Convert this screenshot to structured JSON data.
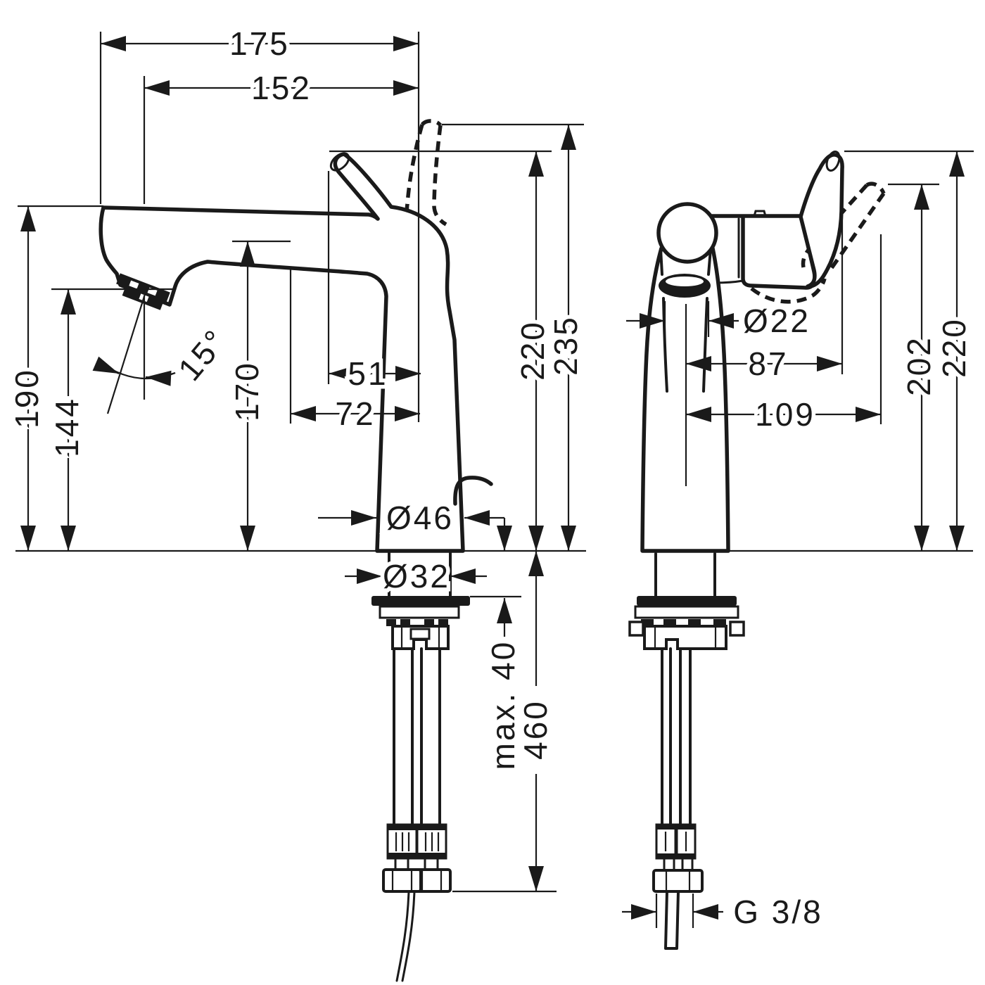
{
  "meta": {
    "drawing_type": "technical dimension drawing",
    "background_color": "#ffffff",
    "line_color": "#1a1a1a"
  },
  "front_view": {
    "total_depth": "175",
    "spout_reach": "152",
    "spout_height": "190",
    "aerator_height": "144",
    "spout_angle": "15°",
    "open_handle_height": "170",
    "handle_offset": "51",
    "open_handle_offset": "72",
    "handle_height": "220",
    "max_handle_height": "235",
    "body_diameter": "Ø46",
    "shank_diameter": "Ø32",
    "mounting_thickness_max": "max. 40",
    "hose_length": "460"
  },
  "side_view": {
    "spout_diameter": "Ø22",
    "handle_offset": "87",
    "open_handle_offset": "109",
    "open_handle_height": "202",
    "handle_height": "220",
    "connection_thread": "G 3/8"
  }
}
